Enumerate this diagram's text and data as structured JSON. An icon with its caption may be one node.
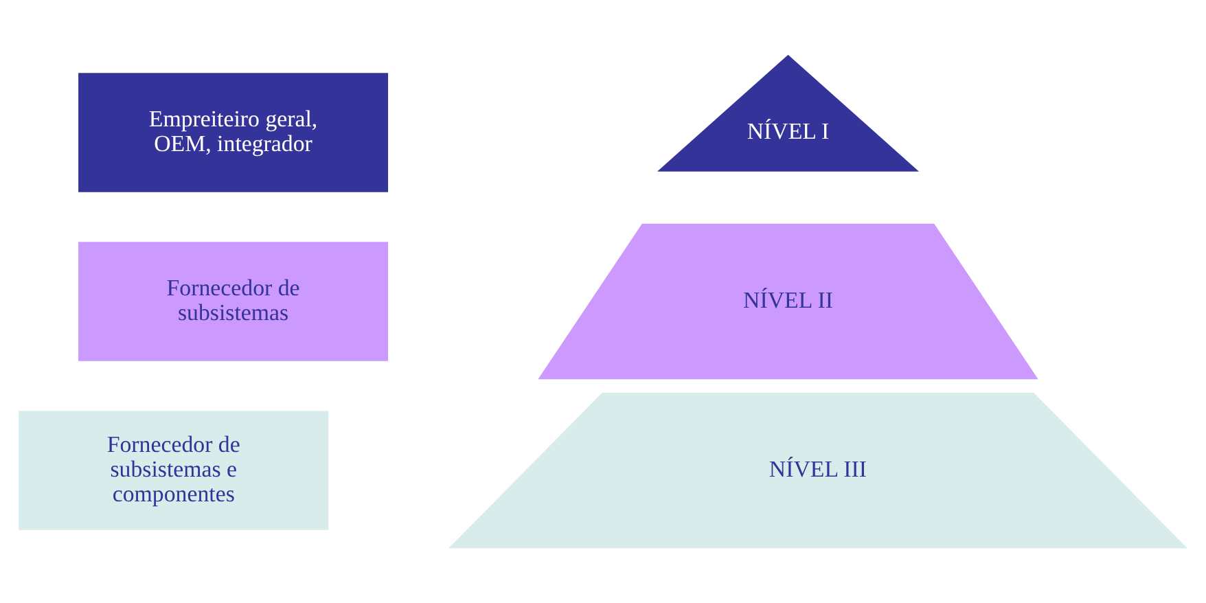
{
  "diagram": {
    "nodes": [
      {
        "text": [
          "Empreiteiro geral, OEM, integrador"
        ]
      },
      {
        "text": [
          "NÍVEL I"
        ]
      },
      {
        "text": [
          "Fornecedor de subsistemas"
        ]
      },
      {
        "text": [
          "NÍVEL II"
        ]
      },
      {
        "text": [
          "Fornecedor de subsistemas e componentes"
        ]
      },
      {
        "text": [
          "NÍVEL III"
        ]
      }
    ]
  }
}
